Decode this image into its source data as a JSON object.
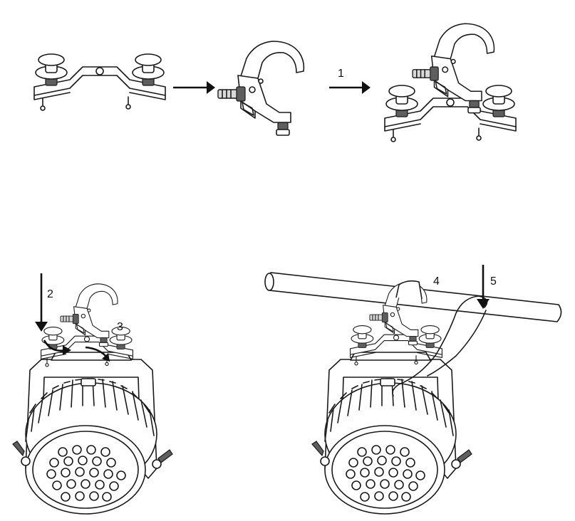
{
  "steps": {
    "step_1": "1",
    "step_2": "2",
    "step_3": "3",
    "step_4": "4",
    "step_5": "5"
  },
  "colors": {
    "line": "#1a1a1a",
    "background": "#ffffff",
    "shade": "#5e5e5e"
  },
  "icons": {
    "bracket": "omega-bracket-icon",
    "clamp": "hook-clamp-icon",
    "assembly": "clamp-bracket-assembly-icon",
    "fixture": "par-light-fixture-icon",
    "truss": "truss-pipe-icon",
    "cable": "safety-cable-icon"
  }
}
